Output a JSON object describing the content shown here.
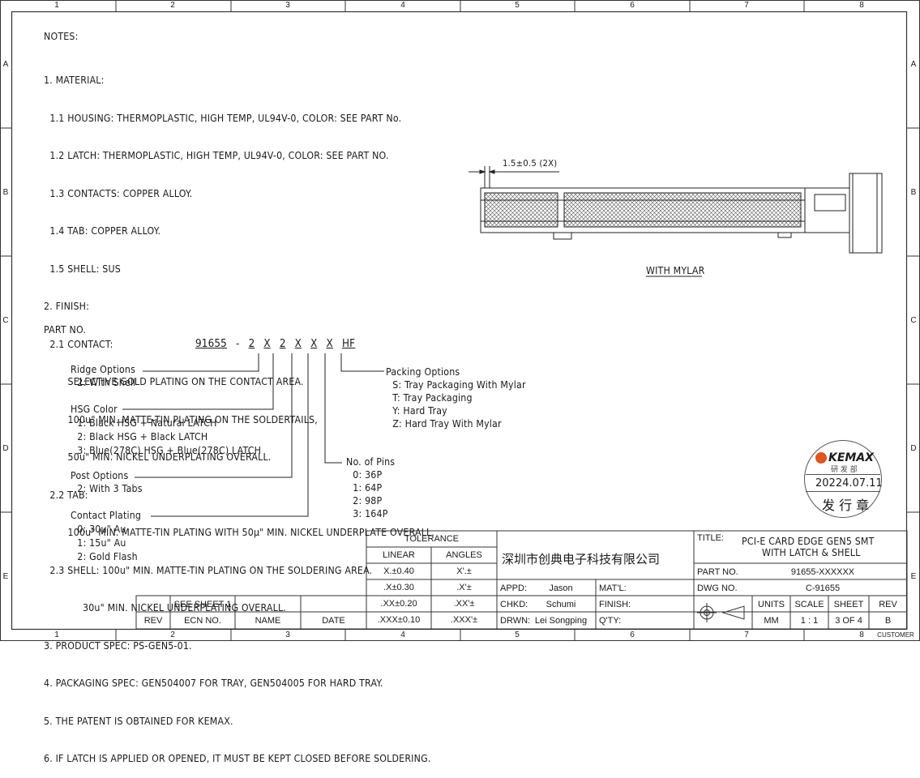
{
  "zones": {
    "columns": [
      "1",
      "2",
      "3",
      "4",
      "5",
      "6",
      "7",
      "8"
    ],
    "rows": [
      "A",
      "B",
      "C",
      "D",
      "E"
    ]
  },
  "notes": {
    "heading": "NOTES:",
    "lines": [
      "1. MATERIAL:",
      "  1.1 HOUSING: THERMOPLASTIC, HIGH TEMP, UL94V-0, COLOR: SEE PART No.",
      "  1.2 LATCH: THERMOPLASTIC, HIGH TEMP, UL94V-0, COLOR: SEE PART NO.",
      "  1.3 CONTACTS: COPPER ALLOY.",
      "  1.4 TAB: COPPER ALLOY.",
      "  1.5 SHELL: SUS",
      "2. FINISH:",
      "  2.1 CONTACT:",
      "        SELECTIVE GOLD PLATING ON THE CONTACT AREA.",
      "        100u\" MIN. MATTE-TIN PLATING ON THE SOLDERTAILS,",
      "        50u\" MIN. NICKEL UNDERPLATING OVERALL.",
      "  2.2 TAB:",
      "        100u\" MIN. MATTE-TIN PLATING WITH 50μ\" MIN. NICKEL UNDERPLATE OVERALL.",
      "  2.3 SHELL: 100u\" MIN. MATTE-TIN PLATING ON THE SOLDERING AREA.",
      "             30u\" MIN. NICKEL UNDERPLATING OVERALL.",
      "3. PRODUCT SPEC: PS-GEN5-01.",
      "4. PACKAGING SPEC: GEN504007 FOR TRAY, GEN504005 FOR HARD TRAY.",
      "5. THE PATENT IS OBTAINED FOR KEMAX.",
      "6. IF LATCH IS APPLIED OR OPENED, IT MUST BE KEPT CLOSED BEFORE SOLDERING."
    ]
  },
  "drawing": {
    "dimension": "1.5±0.5 (2X)",
    "caption": "WITH MYLAR"
  },
  "part_number": {
    "label": "PART NO.",
    "segments": [
      "91655",
      "-",
      "2",
      "X",
      "2",
      "X",
      "X",
      "X",
      "HF"
    ],
    "options": [
      {
        "title": "Ridge Options",
        "items": [
          "2: With Shell"
        ]
      },
      {
        "title": "HSG Color",
        "items": [
          "1: Black HSG + Natural LATCH",
          "2: Black HSG + Black LATCH",
          "3: Blue(278C) HSG + Blue(278C) LATCH"
        ]
      },
      {
        "title": "Post Options",
        "items": [
          "2: With 3 Tabs"
        ]
      },
      {
        "title": "Contact Plating",
        "items": [
          "0: 30u\" Au",
          "1: 15u\" Au",
          "2: Gold Flash"
        ]
      },
      {
        "title": "No. of Pins",
        "items": [
          "0: 36P",
          "1: 64P",
          "2: 98P",
          "3: 164P"
        ]
      },
      {
        "title": "Packing Options",
        "items": [
          "S: Tray Packaging With Mylar",
          "T: Tray Packaging",
          "Y: Hard Tray",
          "Z: Hard Tray With Mylar"
        ]
      }
    ]
  },
  "stamp": {
    "brand": "KEMAX",
    "dept": "研 发 部",
    "date": "20224.07.11",
    "caption": "发 行 章"
  },
  "title_block": {
    "tolerance": {
      "header": "TOLERANCE",
      "linear_label": "LINEAR",
      "angles_label": "ANGLES",
      "rows": [
        {
          "linear": "X.±0.40",
          "angle": "X'.±"
        },
        {
          "linear": ".X±0.30",
          "angle": ".X'±"
        },
        {
          "linear": ".XX±0.20",
          "angle": ".XX'±"
        },
        {
          "linear": ".XXX±0.10",
          "angle": ".XXX'±"
        }
      ]
    },
    "company": "深圳市创典电子科技有限公司",
    "appd_label": "APPD:",
    "appd": "Jason",
    "chkd_label": "CHKD:",
    "chkd": "Schumi",
    "drwn_label": "DRWN:",
    "drwn": "Lei Songping",
    "matl_label": "MAT'L:",
    "finish_label": "FINISH:",
    "qty_label": "Q'TY:",
    "title_label": "TITLE:",
    "title_line1": "PCI-E CARD EDGE GEN5 SMT",
    "title_line2": "WITH LATCH & SHELL",
    "partno_label": "PART NO.",
    "partno": "91655-XXXXXX",
    "dwgno_label": "DWG NO.",
    "dwgno": "C-91655",
    "units_label": "UNITS",
    "units": "MM",
    "scale_label": "SCALE",
    "scale": "1 : 1",
    "sheet_label": "SHEET",
    "sheet": "3 OF 4",
    "rev_label": "REV",
    "rev": "B",
    "customer": "CUSTOMER",
    "revision_table": {
      "see_sheet": "SEE SHEET 1",
      "headers": [
        "REV",
        "ECN NO.",
        "NAME",
        "DATE"
      ]
    }
  }
}
